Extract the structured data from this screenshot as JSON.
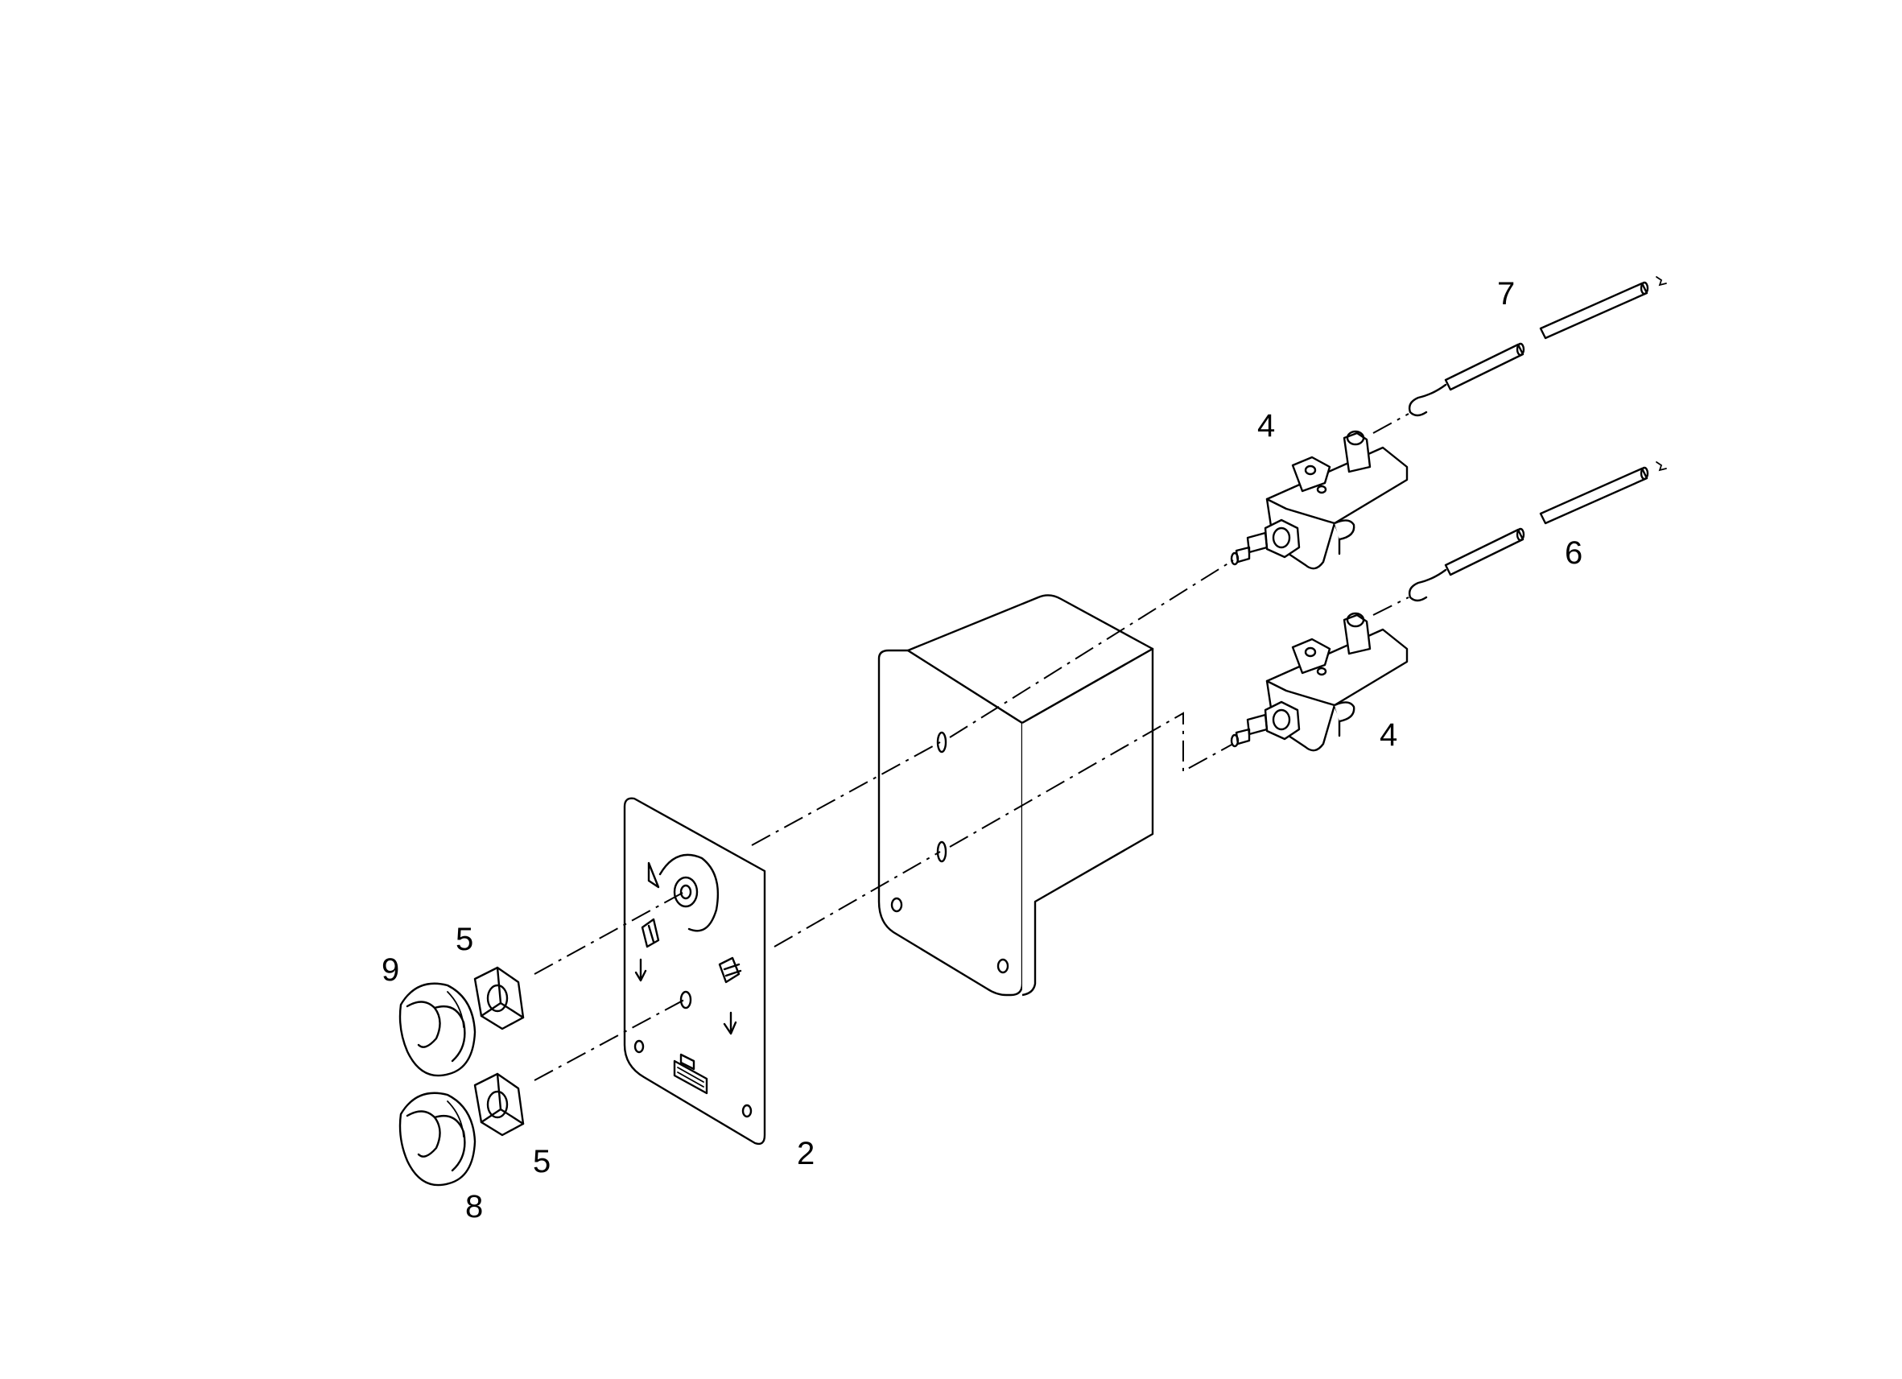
{
  "callouts": {
    "panel": "2",
    "switch_upper": "4",
    "switch_lower": "4",
    "nut_upper": "5",
    "nut_lower": "5",
    "rod_lower": "6",
    "rod_upper": "7",
    "knob_lower": "8",
    "knob_upper": "9"
  },
  "colors": {
    "line": "#000000",
    "background": "#ffffff"
  }
}
